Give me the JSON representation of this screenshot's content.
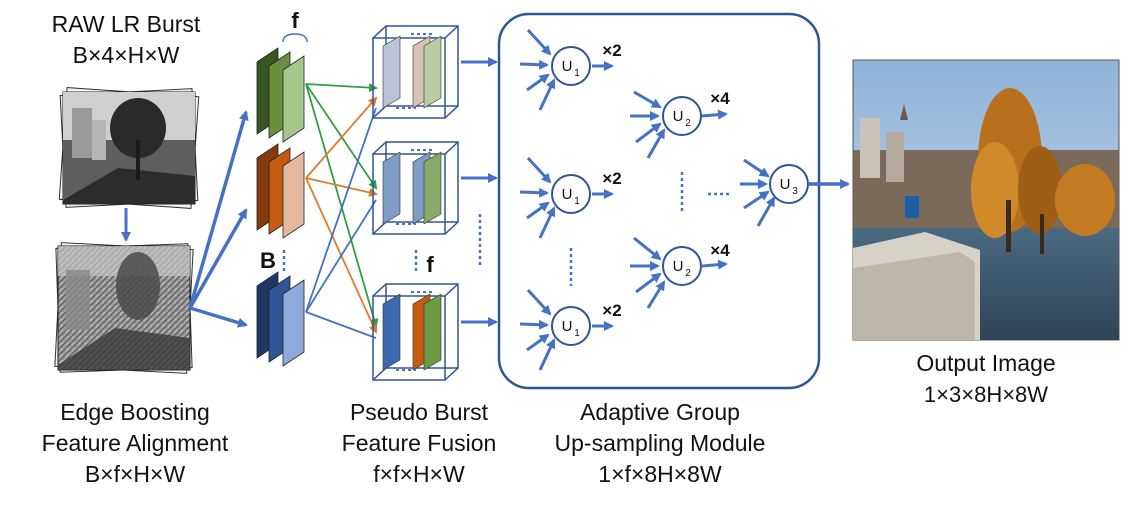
{
  "labels": {
    "raw_title": "RAW LR Burst",
    "raw_dims": "B×4×H×W",
    "ebfa_line1": "Edge Boosting",
    "ebfa_line2": "Feature Alignment",
    "ebfa_dims": "B×f×H×W",
    "pbff_line1": "Pseudo Burst",
    "pbff_line2": "Feature Fusion",
    "pbff_dims": "f×f×H×W",
    "agu_line1": "Adaptive Group",
    "agu_line2": "Up-sampling Module",
    "agu_dims": "1×f×8H×8W",
    "out_title": "Output Image",
    "out_dims": "1×3×8H×8W",
    "f_top": "f",
    "b_mid": "B",
    "f_mid": "f"
  },
  "upsamplers": {
    "u1": "U",
    "u1_sub": "1",
    "u2": "U",
    "u2_sub": "2",
    "u3": "U",
    "u3_sub": "3",
    "scale_x2": "×2",
    "scale_x4": "×4"
  },
  "colors": {
    "arrow_blue": "#4472c4",
    "green_arrow": "#2ea043",
    "orange_arrow": "#e07b2a",
    "group_green": [
      "#375623",
      "#6b8f3f",
      "#a9c58e"
    ],
    "group_brown": [
      "#843c0c",
      "#c55a11",
      "#e3b9a0"
    ],
    "group_navy": [
      "#1f3864",
      "#2e5597",
      "#8eaadb"
    ],
    "cube_blue": "#8ea8c9",
    "cube_stroke": "#2f5597"
  }
}
